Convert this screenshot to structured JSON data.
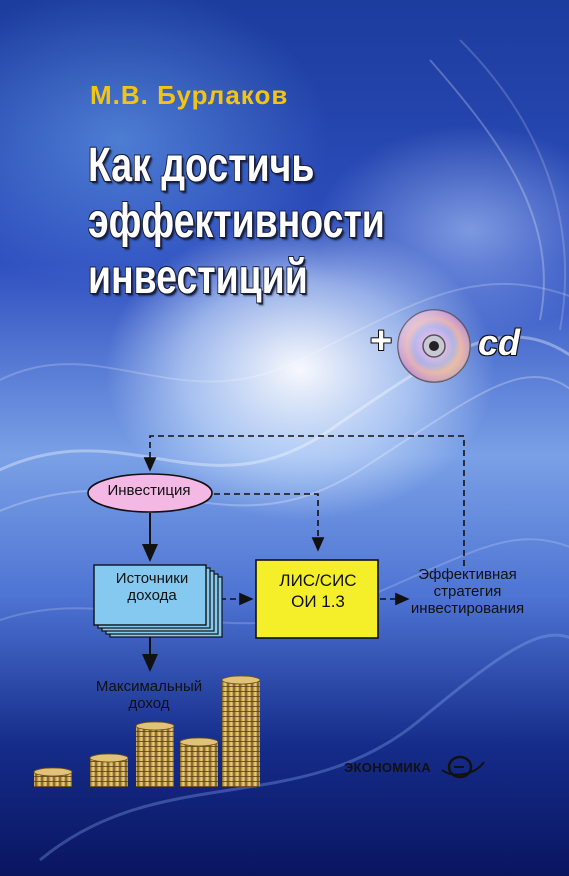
{
  "cover": {
    "author": "М.В. Бурлаков",
    "title_line1": "Как достичь",
    "title_line2": "эффективности",
    "title_line3": "инвестиций",
    "plus": "+",
    "cd": "cd",
    "publisher": "ЭКОНОМИКА"
  },
  "diagram": {
    "investment": "Инвестиция",
    "sources_line1": "Источники",
    "sources_line2": "дохода",
    "lis_line1": "ЛИС/СИС",
    "lis_line2": "ОИ 1.3",
    "effective_line1": "Эффективная",
    "effective_line2": "стратегия",
    "effective_line3": "инвестирования",
    "max_line1": "Максимальный",
    "max_line2": "доход"
  },
  "colors": {
    "author": "#f2c414",
    "ellipse_fill": "#f4b8e4",
    "sources_fill": "#86c9f0",
    "lis_fill": "#f5ef2a",
    "coin": "#c8a24a"
  },
  "icons": [
    "cd-disc-icon",
    "coin-stacks-image",
    "publisher-logo-icon"
  ]
}
